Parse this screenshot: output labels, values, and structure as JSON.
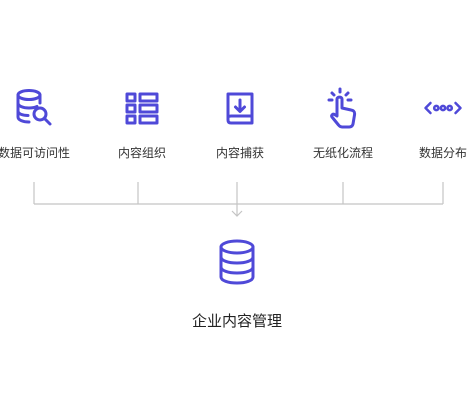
{
  "colors": {
    "accent": "#4f49d8",
    "line": "#c4c4c4",
    "text": "#333333"
  },
  "features": [
    {
      "label": "数据可访问性",
      "icon": "database-search-icon"
    },
    {
      "label": "内容组织",
      "icon": "list-layout-icon"
    },
    {
      "label": "内容捕获",
      "icon": "book-download-icon"
    },
    {
      "label": "无纸化流程",
      "icon": "tap-hand-icon"
    },
    {
      "label": "数据分布",
      "icon": "code-dots-icon"
    }
  ],
  "center": {
    "label": "企业内容管理",
    "icon": "database-icon"
  }
}
